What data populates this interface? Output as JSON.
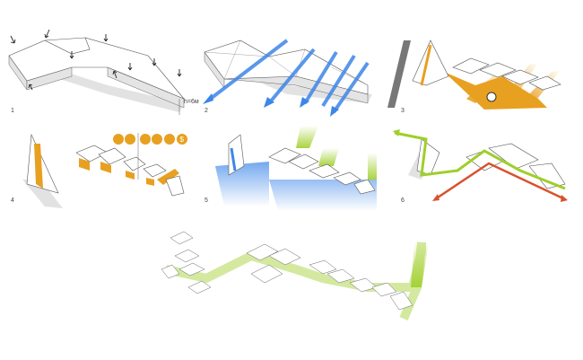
{
  "panels": [
    {
      "number": "1",
      "height_label": "h=6м"
    },
    {
      "number": "2"
    },
    {
      "number": "3"
    },
    {
      "number": "4",
      "service_icons": [
        "cafe-icon",
        "fitness-icon",
        "shop-icon",
        "cart-icon",
        "office-icon",
        "dollar-icon"
      ]
    },
    {
      "number": "5"
    },
    {
      "number": "6"
    }
  ],
  "colors": {
    "accent_orange": "#e8a020",
    "sun_blue": "#3d86e8",
    "green": "#9fcf2a",
    "red": "#d9512b",
    "building": "#ffffff",
    "shadow": "#d6d6d6"
  }
}
